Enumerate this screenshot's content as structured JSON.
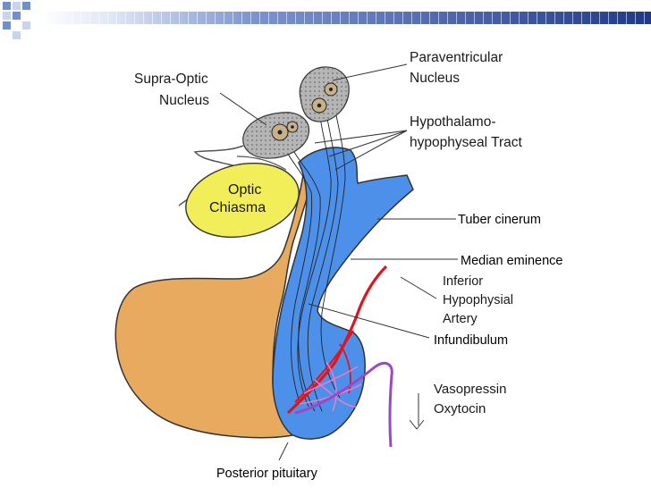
{
  "labels": {
    "supra_optic_1": "Supra-Optic",
    "supra_optic_2": "Nucleus",
    "paraventricular_1": "Paraventricular",
    "paraventricular_2": "Nucleus",
    "hypothalamo_1": "Hypothalamo-",
    "hypothalamo_2": "hypophyseal Tract",
    "optic_1": "Optic",
    "optic_2": "Chiasma",
    "tuber_cinerum": "Tuber cinerum",
    "median_eminence": "Median eminence",
    "inferior_1": "Inferior",
    "inferior_2": "Hypophysial",
    "inferior_3": "Artery",
    "infundibulum": "Infundibulum",
    "vasopressin": "Vasopressin",
    "oxytocin": "Oxytocin",
    "posterior_pituitary": "Posterior pituitary"
  },
  "colors": {
    "banner_dark": "#1f3a8a",
    "banner_light": "#ffffff",
    "chip_dark": "#6f8fcf",
    "chip_light": "#c7d4ef",
    "optic_chiasma": "#f2ee5a",
    "anterior_lobe": "#e8aa5f",
    "posterior_lobe": "#4d90ea",
    "nucleus_fill": "#b5b5b5",
    "artery": "#e0141c",
    "vein": "#9b47c9",
    "pink_vessels": "#e87aca"
  }
}
